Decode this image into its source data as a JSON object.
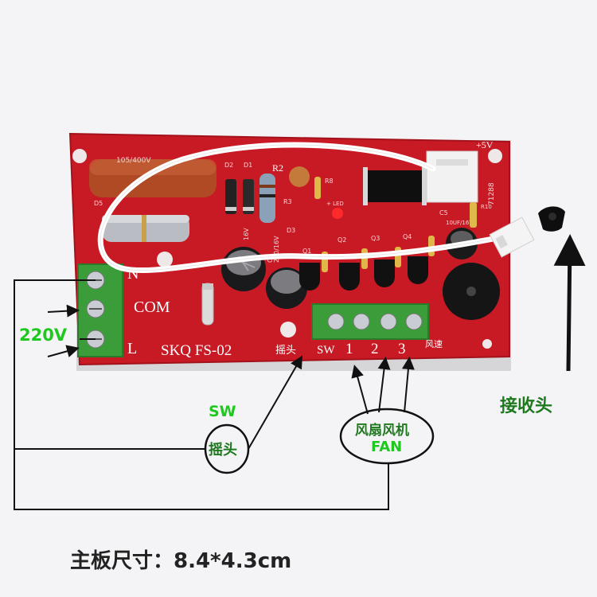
{
  "board": {
    "model": "SKQ FS-02",
    "terminal_n": "N",
    "terminal_com": "COM",
    "terminal_l": "L",
    "label_swing": "摇头",
    "label_sw": "SW",
    "label_1": "1",
    "label_2": "2",
    "label_3": "3",
    "label_speed": "风速",
    "label_5v": "+5V",
    "label_cap_rating": "105/400V",
    "label_71288": "71288",
    "label_d2": "D2",
    "label_d1": "D1",
    "label_r2": "R2",
    "label_r3": "R3",
    "label_q1": "Q1",
    "label_q2": "Q2",
    "label_q3": "Q3",
    "label_q4": "Q4",
    "label_d3": "D3",
    "label_c3": "C3",
    "label_c5": "C5",
    "label_r8": "R8",
    "label_r10": "R10",
    "label_led": "+ LED",
    "label_d5": "D5",
    "label_cap_220": "220/16V",
    "label_cap_16v": "16V",
    "label_10uf": "10UF/16V"
  },
  "annotations": {
    "voltage": "220V",
    "sw": "SW",
    "swing": "摇头",
    "fan_cn": "风扇风机",
    "fan_en": "FAN",
    "receiver": "接收头"
  },
  "footer": {
    "board_size": "主板尺寸：8.4*4.3cm"
  },
  "colors": {
    "pcb": "#c81a24",
    "terminal": "#3a9d3a",
    "annotation_green": "#1ec81e",
    "annotation_text_dark": "#1f7a1f",
    "wire": "#f8f8f8",
    "background": "#f4f4f6"
  }
}
